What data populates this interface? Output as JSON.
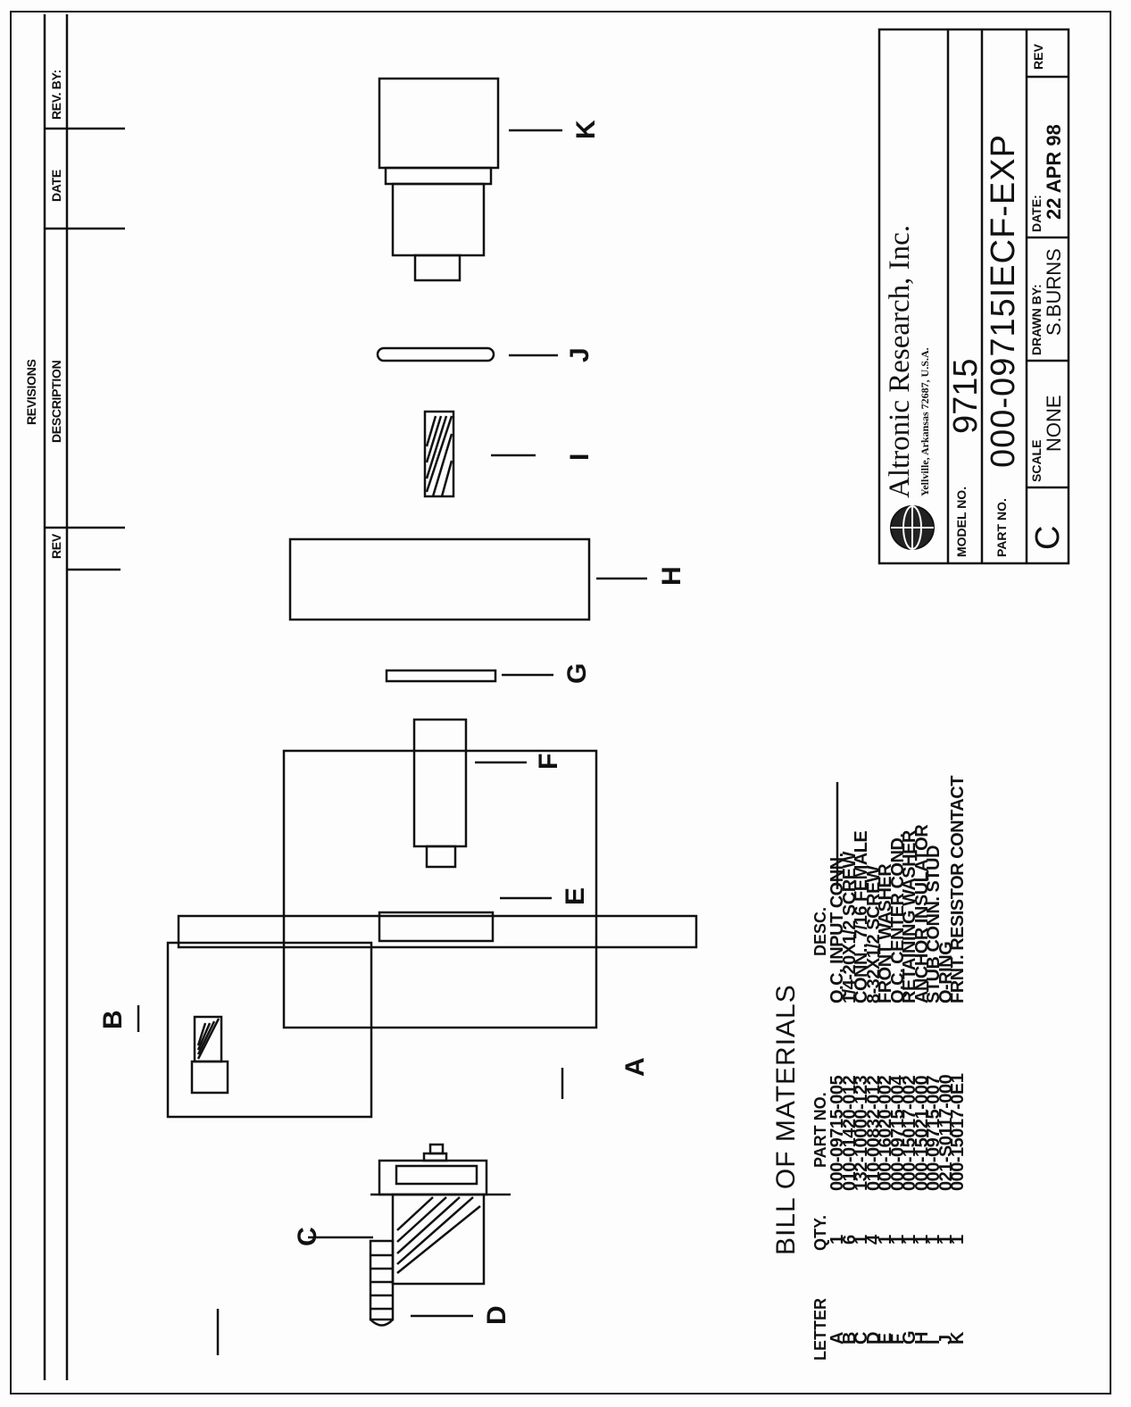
{
  "revisions": {
    "title": "REVISIONS",
    "columns": [
      "REV",
      "DESCRIPTION",
      "DATE",
      "REV. BY:"
    ]
  },
  "parts": [
    "A",
    "B",
    "C",
    "D",
    "E",
    "F",
    "G",
    "H",
    "I",
    "J",
    "K"
  ],
  "bom": {
    "title": "BILL OF MATERIALS",
    "headers": {
      "letter": "LETTER",
      "qty": "QTY.",
      "part_no": "PART NO.",
      "desc": "DESC."
    },
    "rows": [
      {
        "letter": "A",
        "qty": "1",
        "part_no": "000-09715-005",
        "desc": "Q.C. INPUT CONN."
      },
      {
        "letter": "B",
        "qty": "6",
        "part_no": "010-01420-012",
        "desc": "1/4-20X1/2 SCREW"
      },
      {
        "letter": "C",
        "qty": "1",
        "part_no": "132-10000-123",
        "desc": "CONN., 7/16 FEMALE"
      },
      {
        "letter": "D",
        "qty": "4",
        "part_no": "010-00832-012",
        "desc": "8-32X1/2 SCREW"
      },
      {
        "letter": "E",
        "qty": "1",
        "part_no": "000-16020-002",
        "desc": "FRONT WASHER"
      },
      {
        "letter": "F",
        "qty": "1",
        "part_no": "000-09715-004",
        "desc": "Q.C. CENTER COND."
      },
      {
        "letter": "G",
        "qty": "1",
        "part_no": "000-15017-002",
        "desc": "RETAINING WASHER"
      },
      {
        "letter": "H",
        "qty": "1",
        "part_no": "000-15021-000",
        "desc": "ANCHOR INSULATOR"
      },
      {
        "letter": "I",
        "qty": "1",
        "part_no": "000-09715-007",
        "desc": "STUB CONN. STUD"
      },
      {
        "letter": "J",
        "qty": "1",
        "part_no": "021-S0117-000",
        "desc": "O-RING"
      },
      {
        "letter": "K",
        "qty": "1",
        "part_no": "000-15017-0E1",
        "desc": "FRNT. RESISTOR CONTACT"
      }
    ]
  },
  "title_block": {
    "company": "Altronic Research, Inc.",
    "address": "Yellville, Arkansas 72687, U.S.A.",
    "model_label": "MODEL NO.",
    "model_no": "9715",
    "part_label": "PART NO.",
    "part_no": "000-09715IECF-EXP",
    "rev_letter": "C",
    "scale_label": "SCALE",
    "scale": "NONE",
    "drawn_label": "DRAWN BY:",
    "drawn_by": "S.BURNS",
    "date_label": "DATE:",
    "date": "22 APR 98",
    "rev_label": "REV"
  }
}
